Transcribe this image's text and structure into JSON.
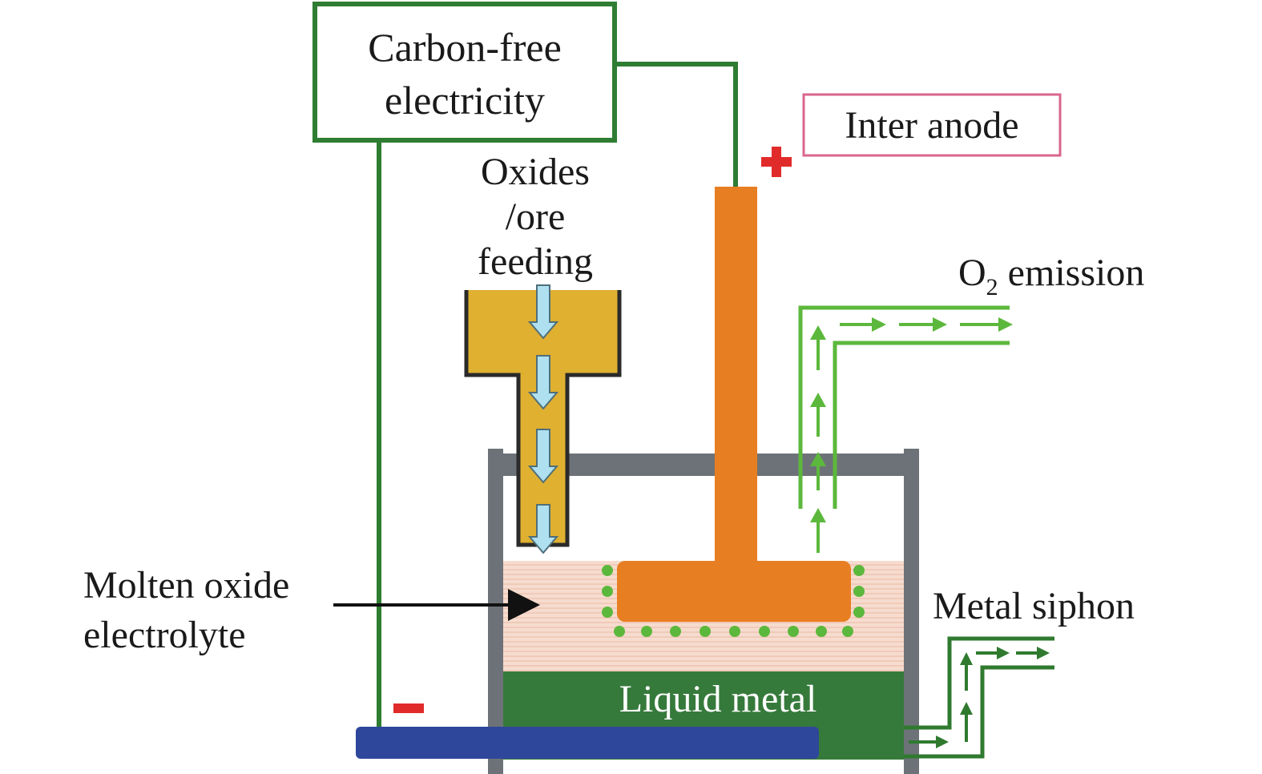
{
  "labels": {
    "power_source_line1": "Carbon-free",
    "power_source_line2": "electricity",
    "anode": "Inter anode",
    "feed_line1": "Oxides",
    "feed_line2": "/ore",
    "feed_line3": "feeding",
    "gas_main": "O",
    "gas_subscript": "2",
    "gas_suffix": " emission",
    "electrolyte_line1": "Molten oxide",
    "electrolyte_line2": "electrolyte",
    "metal_outlet": "Metal siphon",
    "metal_pool": "Liquid metal"
  },
  "colors": {
    "wire": "#2e7d32",
    "anode": "#e87e22",
    "feeder": "#e0b030",
    "cell_wall": "#6d7278",
    "electrolyte": "#f4d3c4",
    "liquid_metal": "#367a3b",
    "cathode": "#2f479a",
    "o2_flow": "#5cb83c",
    "metal_flow": "#2f7a2f",
    "feed_arrow": "#aee0f0",
    "plus_sign": "#e12b2b",
    "minus_sign": "#e12b2b",
    "anode_label_border": "#d9668c"
  },
  "icons": {
    "positive": "plus-sign-icon",
    "negative": "minus-sign-icon",
    "feed_arrow": "down-arrow-icon",
    "o2_arrow": "up-arrow-icon"
  }
}
